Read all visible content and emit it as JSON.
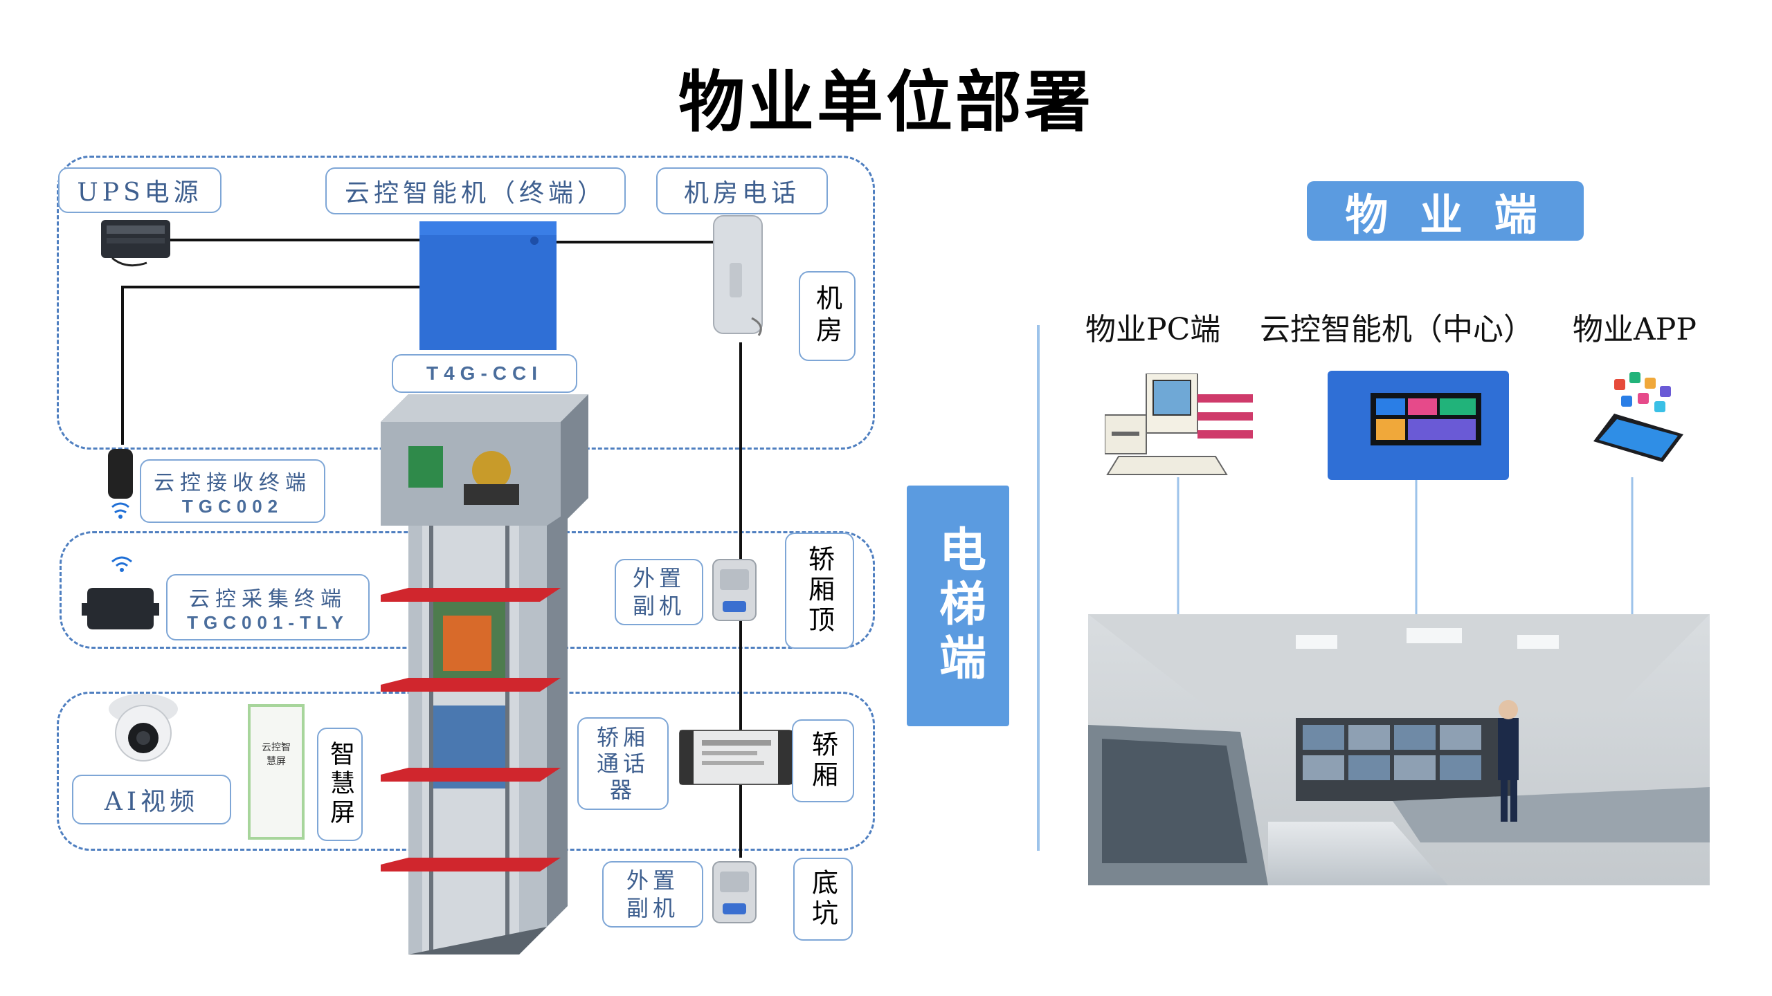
{
  "title": "物业单位部署",
  "left": {
    "ups": "UPS电源",
    "terminal": "云控智能机（终端）",
    "machine_room_phone": "机房电话",
    "machine_room": "机房",
    "t4g": "T4G-CCI",
    "receiver": {
      "name": "云控接收终端",
      "model": "TGC002"
    },
    "collector": {
      "name": "云控采集终端",
      "model": "TGC001-TLY"
    },
    "ext_top": "外置副机",
    "car_top": "轿厢顶",
    "car_intercom": "轿厢通话器",
    "car": "轿厢",
    "ai_video": "AI视频",
    "smart_screen": "智慧屏",
    "smart_screen_device": "云控智慧屏",
    "ext_pit": "外置副机",
    "pit": "底坑",
    "elevator_side": "电梯端"
  },
  "right": {
    "header": "物 业 端",
    "pc": "物业PC端",
    "center": "云控智能机（中心）",
    "app": "物业APP"
  },
  "colors": {
    "accent_blue": "#5b9be0",
    "dash_blue": "#4f7fc0",
    "label_border": "#7ea6d6"
  }
}
